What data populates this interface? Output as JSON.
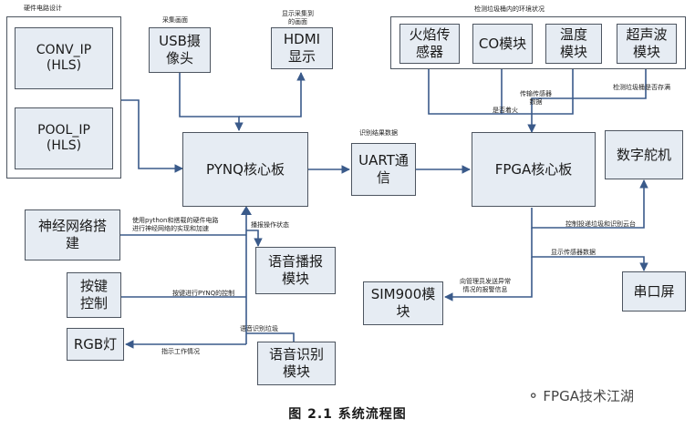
{
  "hw_group_label": "硬件电路设计",
  "conv_ip": [
    "CONV_IP",
    "(HLS)"
  ],
  "pool_ip": [
    "POOL_IP",
    "(HLS)"
  ],
  "capture_label": "采集画面",
  "usb_camera": [
    "USB摄",
    "像头"
  ],
  "display_label": [
    "显示采集到",
    "的画面"
  ],
  "hdmi": [
    "HDMI",
    "显示"
  ],
  "env_group_label": "检测垃圾桶内的环境状况",
  "sensors": [
    [
      "火焰传",
      "感器"
    ],
    [
      "CO模块"
    ],
    [
      "温度",
      "模块"
    ],
    [
      "超声波",
      "模块"
    ]
  ],
  "fire_label": "是否着火",
  "transmit_label": [
    "传输传感器",
    "数据"
  ],
  "full_label": "检测垃圾桶是否存满",
  "recog_data_label": "识别结果数据",
  "pynq": "PYNQ核心板",
  "uart": [
    "UART通",
    "信"
  ],
  "fpga": "FPGA核心板",
  "servo": "数字舵机",
  "nn_build": [
    "神经网络搭",
    "建"
  ],
  "nn_label": [
    "使用python和搭载的硬件电路",
    "进行神经网络的实现和加速"
  ],
  "play_status_label": "播报操作状态",
  "voice_announce": [
    "语音播报",
    "模块"
  ],
  "keys": [
    "按键",
    "控制"
  ],
  "keys_label": "按键进行PYNQ的控制",
  "rgb": "RGB灯",
  "indicate_label": "指示工作情况",
  "voice_recog_label": "语音识别垃圾",
  "voice_recog": [
    "语音识别",
    "模块"
  ],
  "control_label": "控制投递垃圾和识别云台",
  "show_sensor_label": "显示传感器数据",
  "sim900": [
    "SIM900模",
    "块"
  ],
  "alarm_label": [
    "向管理员发送异常",
    "情况的报警信息"
  ],
  "serial_screen": "串口屏",
  "caption": "图 2.1  系统流程图",
  "watermark": "FPGA技术江湖",
  "watermark_icon": "wechat-icon"
}
